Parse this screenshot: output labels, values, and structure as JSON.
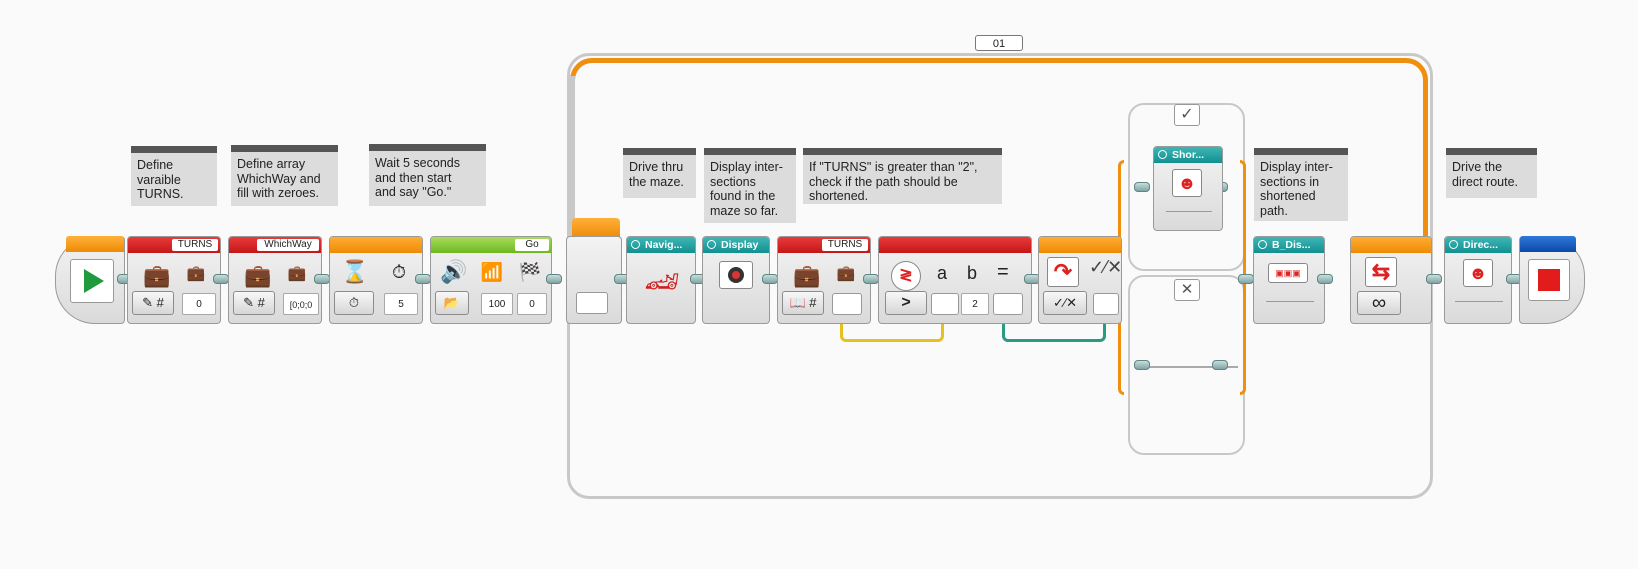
{
  "loop": {
    "label": "01",
    "color": "#ef8f0f"
  },
  "comments": {
    "c1": "Define\nvaraible\nTURNS.",
    "c2": "Define array\nWhichWay and\nfill with zeroes.",
    "c3": "Wait 5 seconds\nand then start\nand say \"Go.\"",
    "c4": "Drive thru\nthe maze.",
    "c5": "Display inter-\nsections\nfound in the\nmaze so far.",
    "c6": "If \"TURNS\" is greater than \"2\",\ncheck if the path should be\nshortened.",
    "c7": "Display inter-\nsections in\nshortened\npath.",
    "c8": "Drive the\ndirect route."
  },
  "blocks": {
    "start": {
      "icon": "play-icon"
    },
    "var_turns": {
      "name": "TURNS",
      "mode": "#",
      "value": "0"
    },
    "array_whichway": {
      "name": "WhichWay",
      "mode": "#",
      "value": "[0;0;0"
    },
    "wait": {
      "value": "5"
    },
    "sound": {
      "name": "Go",
      "volume": "100",
      "play_type": "0"
    },
    "navigate": {
      "name": "Navig..."
    },
    "display": {
      "name": "Display"
    },
    "var_turns_read": {
      "name": "TURNS"
    },
    "compare": {
      "a": "a",
      "b": "b",
      "eq": "=",
      "operator": ">",
      "b_value": "2"
    },
    "switch": {
      "true_mark": "✓",
      "false_mark": "✕"
    },
    "shorten": {
      "name": "Shor..."
    },
    "b_display": {
      "name": "B_Dis..."
    },
    "loop_interrupt": {
      "mode": "∞"
    },
    "direct": {
      "name": "Direc..."
    },
    "stop": {
      "icon": "stop-icon"
    }
  },
  "colors": {
    "action_red": "#d62a2a",
    "flow_orange": "#ef8f0f",
    "sound_green": "#78c02a",
    "myblock_teal": "#1a9c9c",
    "stop_blue": "#1b5bc0",
    "wire_yellow": "#e4c020",
    "wire_teal": "#2a9a80"
  }
}
